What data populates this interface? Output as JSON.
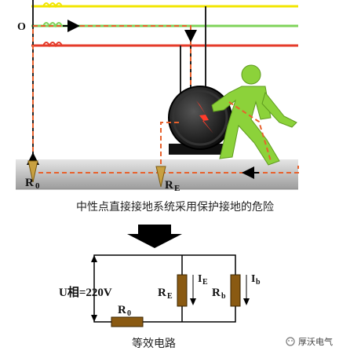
{
  "top_diagram": {
    "neutral_label": "O",
    "r0_main": "R",
    "r0_sub": "0",
    "re_main": "R",
    "re_sub": "E",
    "caption": "中性点直接接地系统采用保护接地的危险"
  },
  "equivalent_circuit": {
    "voltage_label": "U相=220V",
    "re_main": "R",
    "re_sub": "E",
    "ie_main": "I",
    "ie_sub": "E",
    "rb_main": "R",
    "rb_sub": "b",
    "ib_main": "I",
    "ib_sub": "b",
    "r0_main": "R",
    "r0_sub": "0",
    "caption": "等效电路"
  },
  "watermark": {
    "text": "厚沃电气"
  },
  "colors": {
    "phase_a": "#f2e600",
    "phase_b": "#7fd35a",
    "phase_c": "#e53b2a",
    "fault_path": "#e8612c",
    "ground": "#b8b8b8",
    "person": "#8cd23a",
    "resistor": "#8a5a12"
  }
}
